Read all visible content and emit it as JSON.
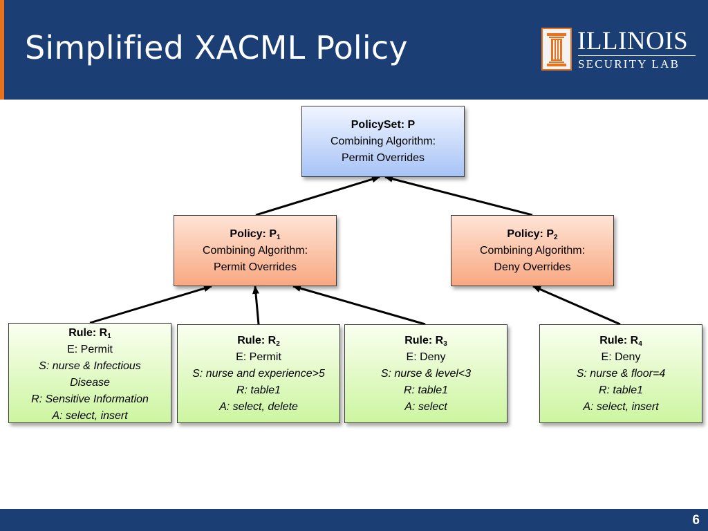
{
  "slide": {
    "title": "Simplified XACML Policy",
    "page_number": "6"
  },
  "logo": {
    "name": "ILLINOIS",
    "subtitle": "SECURITY LAB"
  },
  "colors": {
    "header_bg": "#1b3f74",
    "accent": "#e8731c",
    "policyset_fill": "#a6c3f6",
    "policy_fill": "#f8a881",
    "rule_fill": "#ccf5a0"
  },
  "policyset": {
    "label": "PolicySet: P",
    "line1": "Combining Algorithm:",
    "line2": "Permit Overrides"
  },
  "policies": [
    {
      "label": "Policy: P",
      "sub": "1",
      "line1": "Combining Algorithm:",
      "line2": "Permit Overrides"
    },
    {
      "label": "Policy: P",
      "sub": "2",
      "line1": "Combining Algorithm:",
      "line2": "Deny Overrides"
    }
  ],
  "rules": [
    {
      "label": "Rule: R",
      "sub": "1",
      "effect": "E: Permit",
      "subject_a": "S: nurse & Infectious",
      "subject_b": "Disease",
      "resource": "R: Sensitive Information",
      "action": "A: select, insert"
    },
    {
      "label": "Rule: R",
      "sub": "2",
      "effect": "E: Permit",
      "subject": "S: nurse and experience>5",
      "resource": "R: table1",
      "action": "A: select, delete"
    },
    {
      "label": "Rule: R",
      "sub": "3",
      "effect": "E: Deny",
      "subject": "S: nurse & level<3",
      "resource": "R: table1",
      "action": "A: select"
    },
    {
      "label": "Rule: R",
      "sub": "4",
      "effect": "E: Deny",
      "subject": "S: nurse & floor=4",
      "resource": "R: table1",
      "action": "A: select, insert"
    }
  ]
}
